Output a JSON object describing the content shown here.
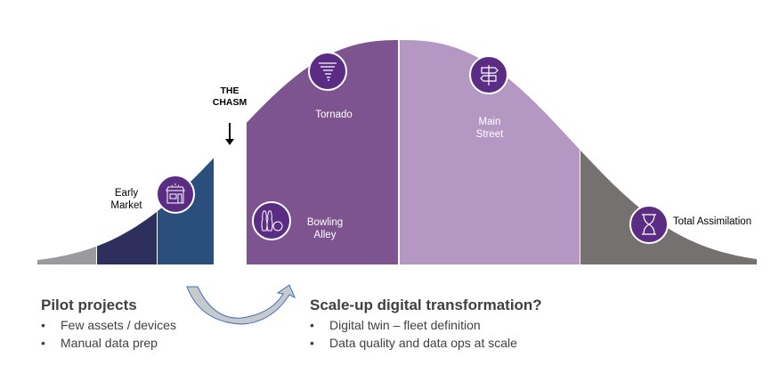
{
  "labels": {
    "chasm": "THE CHASM",
    "early_market": "Early Market",
    "tornado": "Tornado",
    "bowling_alley": "Bowling Alley",
    "main_street": "Main Street",
    "total_assimilation": "Total Assimilation"
  },
  "left": {
    "heading": "Pilot projects",
    "bullets": [
      "Few assets / devices",
      "Manual data prep"
    ]
  },
  "right": {
    "heading": "Scale-up digital transformation?",
    "bullets": [
      "Digital twin – fleet definition",
      "Data quality and data ops at scale"
    ]
  },
  "colors": {
    "innovators": "#9a9a9c",
    "early_adopters": "#2e2f5c",
    "early_market": "#2b4f7c",
    "tornado": "#7d548f",
    "main_street": "#b497c3",
    "laggards": "#767171",
    "icon": "#5b2c83"
  }
}
